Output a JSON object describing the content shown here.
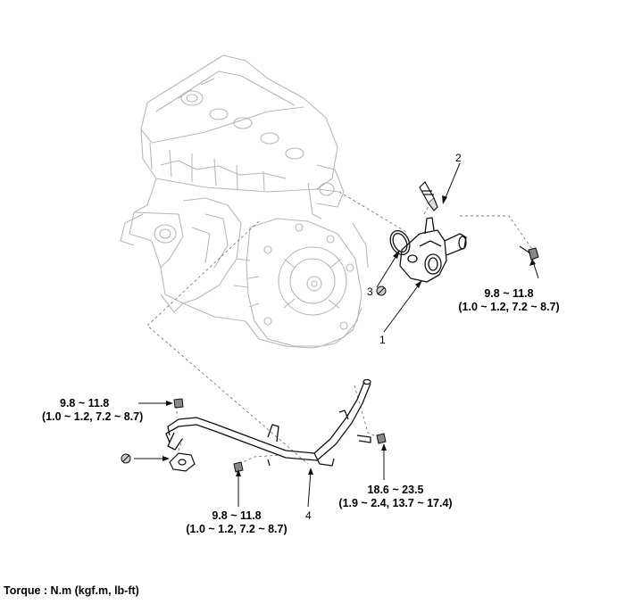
{
  "labels": {
    "part_1": "1",
    "part_2": "2",
    "part_3": "3",
    "part_4": "4"
  },
  "torques": {
    "thermostat_bolt": {
      "nm": "9.8 ~ 11.8",
      "alt": "(1.0 ~ 1.2, 7.2 ~ 8.7)"
    },
    "pipe_bolt_left": {
      "nm": "9.8 ~ 11.8",
      "alt": "(1.0 ~ 1.2, 7.2 ~ 8.7)"
    },
    "pipe_bolt_bottom": {
      "nm": "9.8 ~ 11.8",
      "alt": "(1.0 ~ 1.2, 7.2 ~ 8.7)"
    },
    "pipe_bolt_right": {
      "nm": "18.6 ~ 23.5",
      "alt": "(1.9 ~ 2.4, 13.7 ~ 17.4)"
    }
  },
  "footer": "Torque : N.m (kgf.m, lb-ft)"
}
